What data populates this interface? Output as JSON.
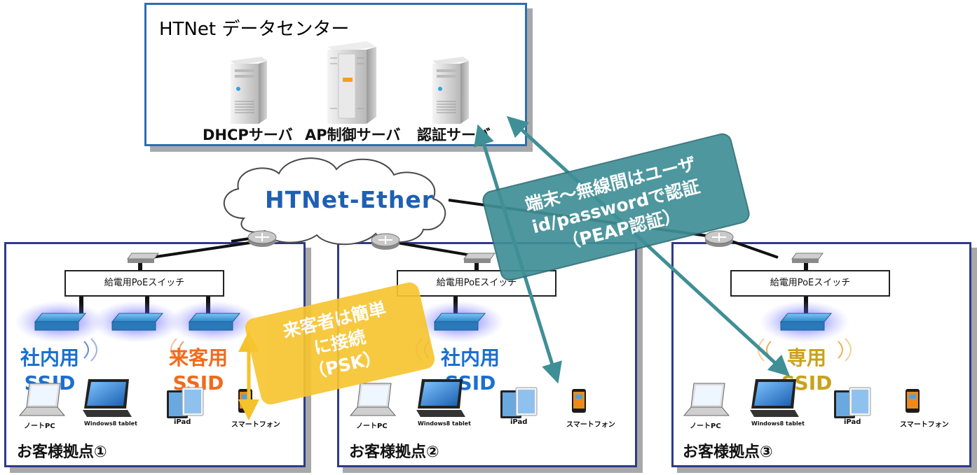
{
  "datacenter": {
    "title": "HTNet データセンター",
    "servers": [
      {
        "name": "dhcp-server",
        "label": "DHCPサーバ"
      },
      {
        "name": "ap-control-server",
        "label": "AP制御サーバ"
      },
      {
        "name": "auth-server",
        "label": "認証サーバ"
      }
    ]
  },
  "cloud": {
    "label": "HTNet-Ether"
  },
  "sites": [
    {
      "title": "お客様拠点①",
      "switch_label": "給電用PoEスイッチ",
      "ssids": [
        {
          "text_line1": "社内用",
          "text_line2": "SSID",
          "color": "#1b6fd0"
        },
        {
          "text_line1": "来客用",
          "text_line2": "SSID",
          "color": "#f26a1b"
        }
      ],
      "devices": [
        "ノートPC",
        "Windows8 tablet",
        "iPad",
        "スマートフォン"
      ]
    },
    {
      "title": "お客様拠点②",
      "switch_label": "給電用PoEスイッチ",
      "ssids": [
        {
          "text_line1": "社内用",
          "text_line2": "SSID",
          "color": "#1b6fd0"
        }
      ],
      "devices": [
        "ノートPC",
        "Windows8 tablet",
        "iPad",
        "スマートフォン"
      ]
    },
    {
      "title": "お客様拠点③",
      "switch_label": "給電用PoEスイッチ",
      "ssids": [
        {
          "text_line1": "専用",
          "text_line2": "SSID",
          "color": "#c9a21a"
        }
      ],
      "devices": [
        "ノートPC",
        "Windows8 tablet",
        "iPad",
        "スマートフォン"
      ]
    }
  ],
  "callouts": {
    "guest": {
      "line1": "来客者は簡単",
      "line2": "に接続",
      "line3": "（PSK）",
      "color": "#f7c531"
    },
    "auth": {
      "line1": "端末～無線間はユーザ",
      "line2": "id/passwordで認証",
      "line3": "（PEAP認証）",
      "color": "#3f8f96"
    }
  },
  "colors": {
    "site_border": "#2e3a8c",
    "dc_border": "#2a6fb5",
    "arrow_teal": "#3f8f96",
    "arrow_yellow": "#f4c22b"
  }
}
